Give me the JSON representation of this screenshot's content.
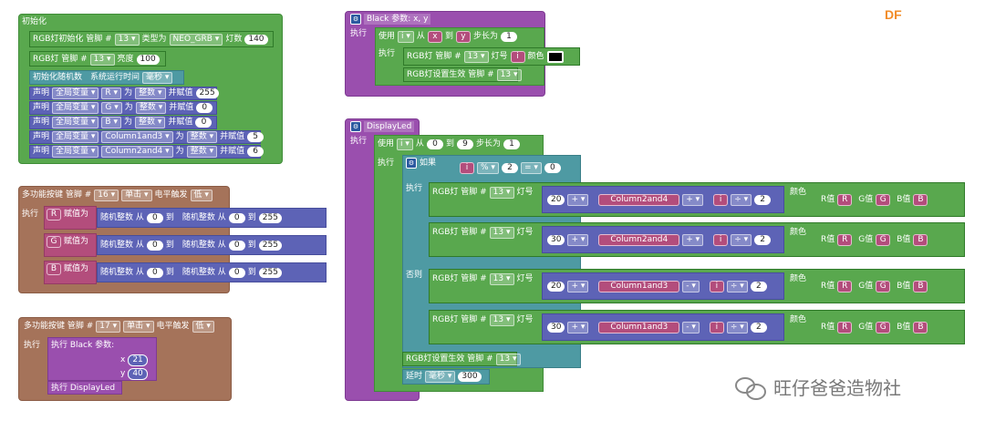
{
  "logo": "DF",
  "watermark": "旺仔爸爸造物社",
  "init": {
    "title": "初始化",
    "r1": {
      "a": "RGB灯初始化 管脚 #",
      "pin": "13",
      "b": "类型为",
      "type": "NEO_GRB",
      "c": "灯数",
      "count": "140"
    },
    "r2": {
      "a": "RGB灯 管脚 #",
      "pin": "13",
      "b": "亮度",
      "val": "100"
    },
    "r3": {
      "a": "初始化随机数",
      "b": "系统运行时间",
      "unit": "毫秒"
    },
    "vars": [
      {
        "a": "声明",
        "scope": "全局变量",
        "name": "R",
        "b": "为",
        "type": "整数",
        "c": "并赋值",
        "val": "255"
      },
      {
        "a": "声明",
        "scope": "全局变量",
        "name": "G",
        "b": "为",
        "type": "整数",
        "c": "并赋值",
        "val": "0"
      },
      {
        "a": "声明",
        "scope": "全局变量",
        "name": "B",
        "b": "为",
        "type": "整数",
        "c": "并赋值",
        "val": "0"
      },
      {
        "a": "声明",
        "scope": "全局变量",
        "name": "Column1and3",
        "b": "为",
        "type": "整数",
        "c": "并赋值",
        "val": "5"
      },
      {
        "a": "声明",
        "scope": "全局变量",
        "name": "Column2and4",
        "b": "为",
        "type": "整数",
        "c": "并赋值",
        "val": "6"
      }
    ]
  },
  "btn1": {
    "a": "多功能按键 管脚 #",
    "pin": "16",
    "mode": "单击",
    "b": "电平触发",
    "level": "低",
    "exec": "执行",
    "rows": [
      {
        "var": "R",
        "assign": "赋值为",
        "rand": "随机整数 从",
        "from": "0",
        "to_l": "到",
        "rand2": "随机整数 从",
        "from2": "0",
        "to2_l": "到",
        "to2": "255"
      },
      {
        "var": "G",
        "assign": "赋值为",
        "rand": "随机整数 从",
        "from": "0",
        "to_l": "到",
        "rand2": "随机整数 从",
        "from2": "0",
        "to2_l": "到",
        "to2": "255"
      },
      {
        "var": "B",
        "assign": "赋值为",
        "rand": "随机整数 从",
        "from": "0",
        "to_l": "到",
        "rand2": "随机整数 从",
        "from2": "0",
        "to2_l": "到",
        "to2": "255"
      }
    ]
  },
  "btn2": {
    "a": "多功能按键 管脚 #",
    "pin": "17",
    "mode": "单击",
    "b": "电平触发",
    "level": "低",
    "exec": "执行",
    "call": "执行 Black 参数:",
    "x_l": "x",
    "x": "21",
    "y_l": "y",
    "y": "40",
    "call2": "执行 DisplayLed"
  },
  "black": {
    "title": "Black 参数: x, y",
    "exec": "执行",
    "loop": {
      "a": "使用",
      "v": "i",
      "b": "从",
      "from": "x",
      "c": "到",
      "to": "y",
      "d": "步长为",
      "step": "1"
    },
    "exec2": "执行",
    "r1": {
      "a": "RGB灯 管脚 #",
      "pin": "13",
      "b": "灯号",
      "idx": "i",
      "c": "颜色"
    },
    "r2": {
      "a": "RGB灯设置生效 管脚 #",
      "pin": "13"
    }
  },
  "display": {
    "title": "DisplayLed",
    "exec": "执行",
    "loop": {
      "a": "使用",
      "v": "i",
      "b": "从",
      "from": "0",
      "c": "到",
      "to": "9",
      "d": "步长为",
      "step": "1"
    },
    "exec2": "执行",
    "if": "如果",
    "cond": {
      "v": "i",
      "op": "%",
      "n": "2",
      "eq": "=",
      "rhs": "0"
    },
    "exec3": "执行",
    "else": "否则",
    "rows": [
      {
        "a": "RGB灯 管脚 #",
        "pin": "13",
        "b": "灯号",
        "base": "20",
        "plus": "+",
        "col": "Column2and4",
        "plus2": "+",
        "v": "i",
        "div": "÷",
        "d": "2",
        "color": "颜色",
        "r": "R值",
        "rv": "R",
        "g": "G值",
        "gv": "G",
        "bl": "B值",
        "bv": "B"
      },
      {
        "a": "RGB灯 管脚 #",
        "pin": "13",
        "b": "灯号",
        "base": "30",
        "plus": "+",
        "col": "Column2and4",
        "plus2": "+",
        "v": "i",
        "div": "÷",
        "d": "2",
        "color": "颜色",
        "r": "R值",
        "rv": "R",
        "g": "G值",
        "gv": "G",
        "bl": "B值",
        "bv": "B"
      },
      {
        "a": "RGB灯 管脚 #",
        "pin": "13",
        "b": "灯号",
        "base": "20",
        "plus": "+",
        "col": "Column1and3",
        "plus2": "-",
        "v": "i",
        "div": "÷",
        "d": "2",
        "color": "颜色",
        "r": "R值",
        "rv": "R",
        "g": "G值",
        "gv": "G",
        "bl": "B值",
        "bv": "B"
      },
      {
        "a": "RGB灯 管脚 #",
        "pin": "13",
        "b": "灯号",
        "base": "30",
        "plus": "+",
        "col": "Column1and3",
        "plus2": "-",
        "v": "i",
        "div": "÷",
        "d": "2",
        "color": "颜色",
        "r": "R值",
        "rv": "R",
        "g": "G值",
        "gv": "G",
        "bl": "B值",
        "bv": "B"
      }
    ],
    "show": {
      "a": "RGB灯设置生效 管脚 #",
      "pin": "13"
    },
    "delay": {
      "a": "延时",
      "unit": "毫秒",
      "val": "300"
    }
  },
  "colors": {
    "green": "#59a84e",
    "blue": "#5d63b6",
    "brown": "#a5735a",
    "purple": "#9a4fae",
    "pink": "#b34d7c"
  }
}
